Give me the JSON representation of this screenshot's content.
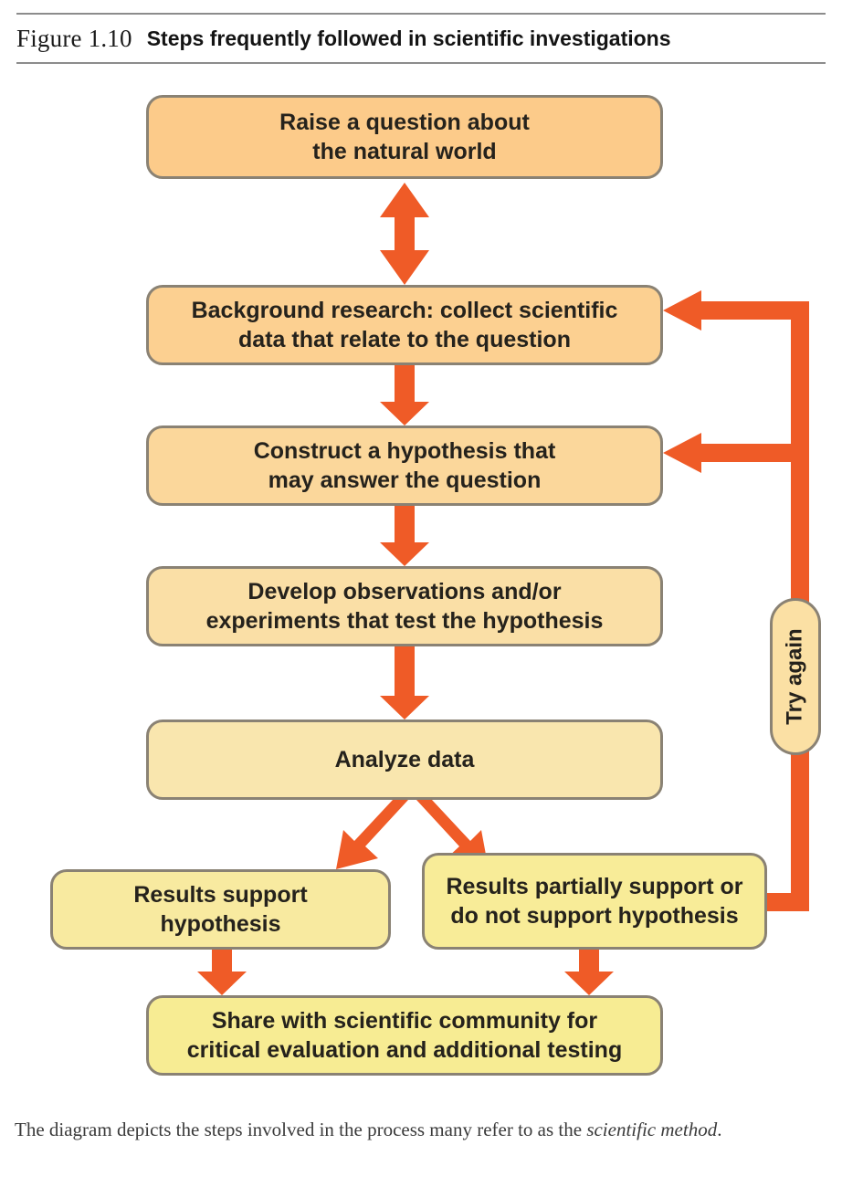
{
  "figure": {
    "number": "Figure 1.10",
    "title": "Steps frequently followed in scientific investigations",
    "caption_before": "The diagram depicts the steps involved in the process many refer to as the ",
    "caption_italic": "scientific method",
    "caption_after": "."
  },
  "colors": {
    "arrow_orange": "#EF5B27",
    "box_border": "#8A8274",
    "rule_gray": "#8C8C8C",
    "box_fill_1": "#FCCB8A",
    "box_fill_2": "#FCD091",
    "box_fill_3": "#FBD79B",
    "box_fill_4": "#FADFA6",
    "box_fill_5": "#F9E6AE",
    "box_fill_6": "#F8EAA0",
    "box_fill_7": "#F8EC98",
    "box_fill_8": "#F7EC93",
    "pill_fill": "#FBE0A4",
    "text_dark": "#25221C"
  },
  "steps": [
    {
      "id": "question",
      "label": "Raise a question about\nthe natural world"
    },
    {
      "id": "background",
      "label": "Background research: collect scientific\ndata that relate to the question"
    },
    {
      "id": "hypothesis",
      "label": "Construct a hypothesis that\nmay answer the question"
    },
    {
      "id": "experiments",
      "label": "Develop observations and/or\nexperiments that test the hypothesis"
    },
    {
      "id": "analyze",
      "label": "Analyze data"
    },
    {
      "id": "support",
      "label": "Results support\nhypothesis"
    },
    {
      "id": "partial",
      "label": "Results partially support or\ndo not support hypothesis"
    },
    {
      "id": "share",
      "label": "Share with scientific community for\ncritical evaluation and additional testing"
    }
  ],
  "loop": {
    "label": "Try again"
  },
  "connectors": [
    {
      "id": "question-background",
      "type": "double-vertical"
    },
    {
      "id": "background-hypothesis",
      "type": "vertical-down"
    },
    {
      "id": "hypothesis-experiments",
      "type": "vertical-down"
    },
    {
      "id": "experiments-analyze",
      "type": "vertical-down"
    },
    {
      "id": "analyze-branch",
      "type": "y-split"
    },
    {
      "id": "support-share",
      "type": "vertical-down"
    },
    {
      "id": "partial-share",
      "type": "vertical-down"
    },
    {
      "id": "partial-to-background",
      "type": "loop-back"
    },
    {
      "id": "partial-to-hypothesis",
      "type": "loop-back"
    }
  ]
}
